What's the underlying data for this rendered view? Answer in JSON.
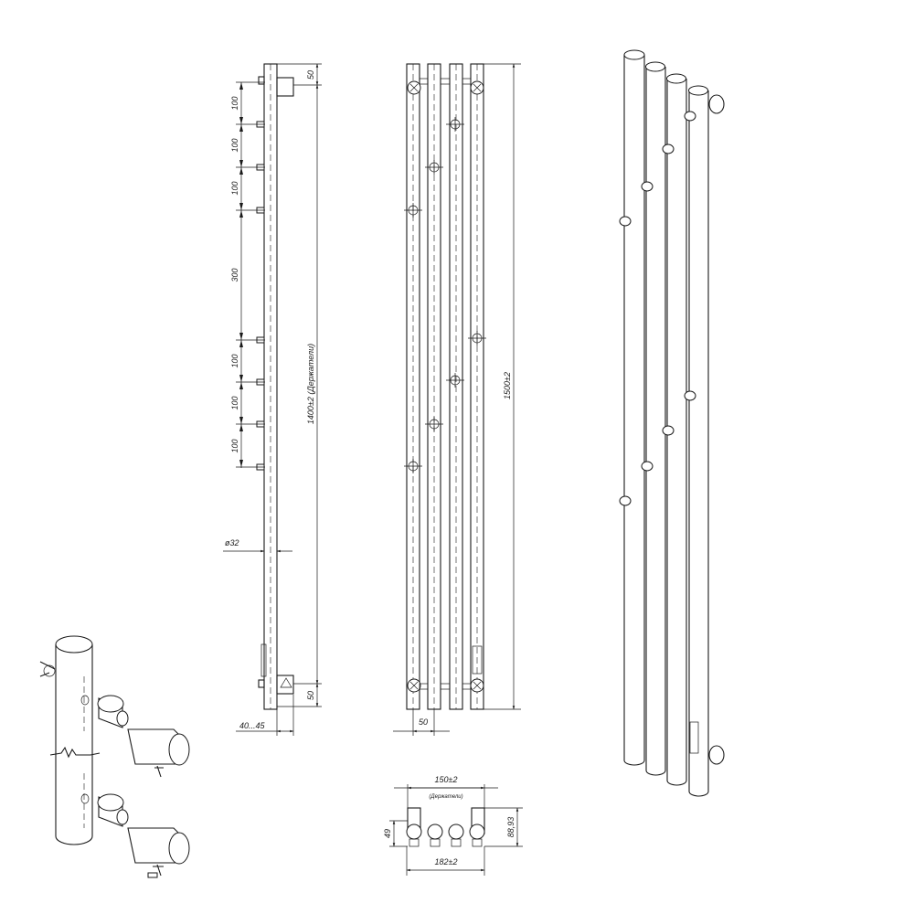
{
  "side_view": {
    "spacing_labels": [
      "100",
      "100",
      "100",
      "300",
      "100",
      "100",
      "100"
    ],
    "top_offset": "50",
    "bottom_offset": "50",
    "holder_length": "1400±2 (Держатели)",
    "diameter": "ø32",
    "wall_offset": "40...45"
  },
  "front_view": {
    "total_height": "1500±2",
    "tube_spacing": "50"
  },
  "top_view": {
    "holder_span": "150±2",
    "holder_note": "(Держатели)",
    "depth_49": "49",
    "depth_88": "88,93",
    "total_width": "182±2"
  },
  "colors": {
    "line": "#1a1a1a",
    "background": "#ffffff"
  }
}
